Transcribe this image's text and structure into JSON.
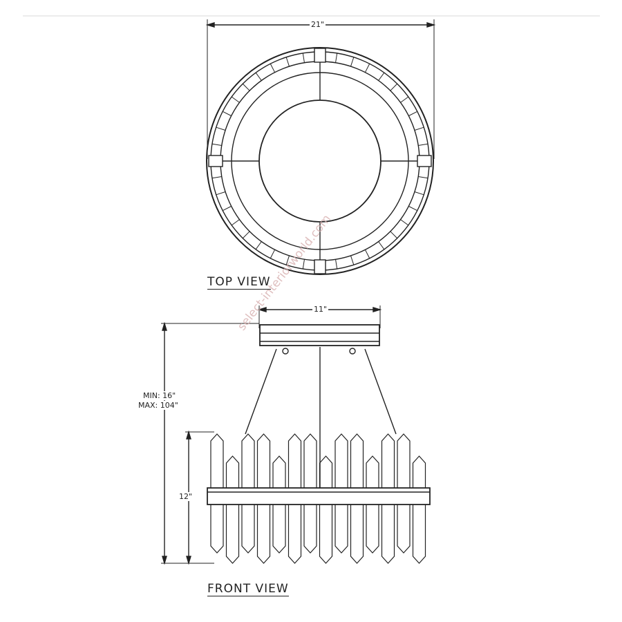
{
  "top_view": {
    "label": "TOP VIEW",
    "width_dim": "21\""
  },
  "front_view": {
    "label": "FRONT VIEW",
    "canopy_dim": "11\"",
    "height_min": "MIN: 16\"",
    "height_max": "MAX: 104\"",
    "body_height": "12\""
  },
  "watermark": "select-interiorworld.com"
}
